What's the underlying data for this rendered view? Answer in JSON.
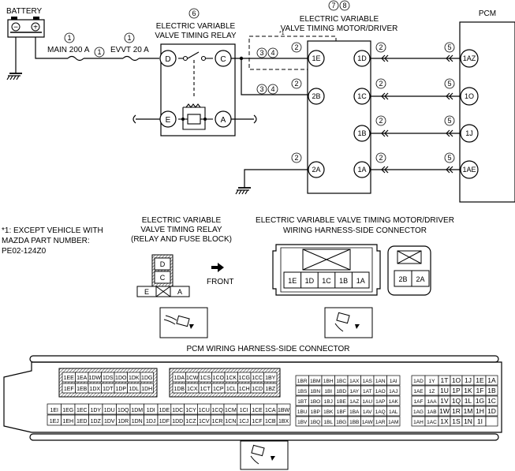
{
  "labels": {
    "battery": "BATTERY",
    "main_fuse": "MAIN 200 A",
    "evvt_fuse": "EVVT 20 A",
    "relay_title_l1": "ELECTRIC VARIABLE",
    "relay_title_l2": "VALVE TIMING RELAY",
    "motor_title_l1": "ELECTRIC VARIABLE",
    "motor_title_l2": "VALVE TIMING MOTOR/DRIVER",
    "pcm": "PCM",
    "star1": "*1",
    "note_l1": "*1: EXCEPT VEHICLE WITH",
    "note_l2": "MAZDA PART NUMBER:",
    "note_l3": "PE02-124Z0",
    "relay_conn_l1": "ELECTRIC VARIABLE",
    "relay_conn_l2": "VALVE TIMING RELAY",
    "relay_conn_l3": "(RELAY AND FUSE BLOCK)",
    "motor_conn_l1": "ELECTRIC VARIABLE VALVE TIMING MOTOR/DRIVER",
    "motor_conn_l2": "WIRING HARNESS-SIDE CONNECTOR",
    "front": "FRONT",
    "pcm_conn_title": "PCM WIRING HARNESS-SIDE CONNECTOR"
  },
  "circled": {
    "n1": "1",
    "n2": "2",
    "n3": "3",
    "n4": "4",
    "n5": "5",
    "n6": "6",
    "n7": "7",
    "n8": "8"
  },
  "battery_signs": {
    "minus": "−",
    "plus": "+"
  },
  "relay_terminals": {
    "D": "D",
    "C": "C",
    "E": "E",
    "A": "A"
  },
  "motor_left_terminals": [
    "1E",
    "2B",
    "2A"
  ],
  "motor_right_terminals": [
    "1D",
    "1C",
    "1B",
    "1A"
  ],
  "pcm_terminals": [
    "1AZ",
    "1O",
    "1J",
    "1AE"
  ],
  "relay_conn_pins": {
    "top": "D",
    "mid": "C",
    "left": "E",
    "right": "A"
  },
  "motor_conn_pins_a": [
    "1E",
    "1D",
    "1C",
    "1B",
    "1A"
  ],
  "motor_conn_pins_b": [
    "2B",
    "2A"
  ],
  "pcm_conn": {
    "b1_r1": [
      "1EE",
      "1EA",
      "1DW",
      "1DS",
      "1DO",
      "1DK",
      "1DG"
    ],
    "b1_r2": [
      "1EF",
      "1EB",
      "1DX",
      "1DT",
      "1DP",
      "1DL",
      "1DH"
    ],
    "b2_r1": [
      "1DA",
      "1CW",
      "1CS",
      "1CO",
      "1CK",
      "1CG",
      "1CC",
      "1BY"
    ],
    "b2_r2": [
      "1DB",
      "1CX",
      "1CT",
      "1CP",
      "1CL",
      "1CH",
      "1CD",
      "1BZ"
    ],
    "b3_r1": [
      "1EI",
      "1EG",
      "1EC",
      "1DY",
      "1DU",
      "1DQ",
      "1DM",
      "1DI"
    ],
    "b3_r2": [
      "1EJ",
      "1EH",
      "1ED",
      "1DZ",
      "1DV",
      "1DR",
      "1DN",
      "1DJ"
    ],
    "b4_r1": [
      "1DE",
      "1DC",
      "1CY",
      "1CU",
      "1CQ",
      "1CM",
      "1CI",
      "1CE",
      "1CA",
      "1BW"
    ],
    "b4_r2": [
      "1DF",
      "1DD",
      "1CZ",
      "1CV",
      "1CR",
      "1CN",
      "1CJ",
      "1CF",
      "1CB",
      "1BX"
    ],
    "b5": [
      [
        "1BR",
        "1BM",
        "1BH",
        "1BC",
        "1AX",
        "1AS",
        "1AN",
        "1AI"
      ],
      [
        "1BS",
        "1BN",
        "1BI",
        "1BD",
        "1AY",
        "1AT",
        "1AO",
        "1AJ"
      ],
      [
        "1BT",
        "1BO",
        "1BJ",
        "1BE",
        "1AZ",
        "1AU",
        "1AP",
        "1AK"
      ],
      [
        "1BU",
        "1BP",
        "1BK",
        "1BF",
        "1BA",
        "1AV",
        "1AQ",
        "1AL"
      ],
      [
        "1BV",
        "1BQ",
        "1BL",
        "1BG",
        "1BB",
        "1AW",
        "1AR",
        "1AM"
      ]
    ],
    "b6": [
      [
        "1AD",
        "1Y",
        "1T",
        "1O",
        "1J",
        "1E",
        "1A"
      ],
      [
        "1AE",
        "1Z",
        "1U",
        "1P",
        "1K",
        "1F",
        "1B"
      ],
      [
        "1AF",
        "1AA",
        "1V",
        "1Q",
        "1L",
        "1G",
        "1C"
      ],
      [
        "1AG",
        "1AB",
        "1W",
        "1R",
        "1M",
        "1H",
        "1D"
      ],
      [
        "1AH",
        "1AC",
        "1X",
        "1S",
        "1N",
        "1I",
        ""
      ]
    ]
  }
}
